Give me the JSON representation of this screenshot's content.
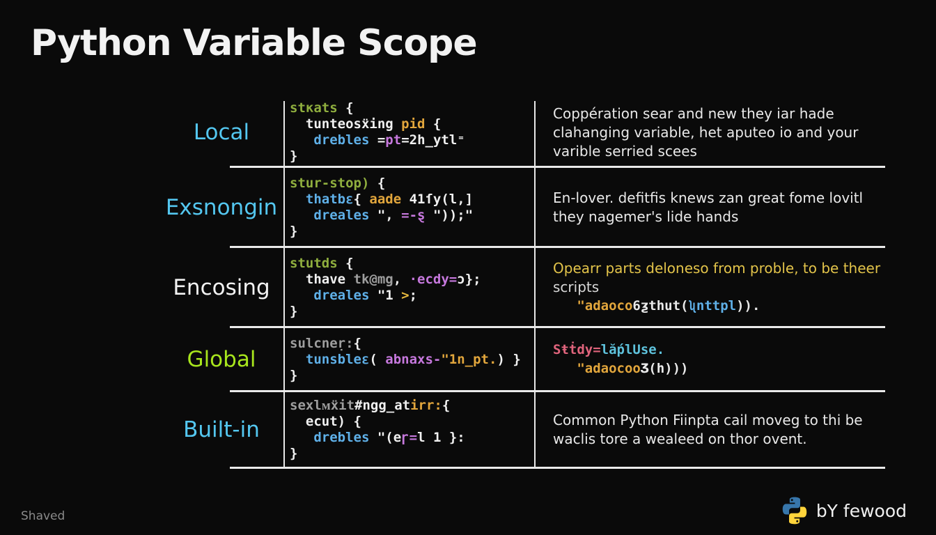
{
  "title": "Python Variable Scope",
  "footer": {
    "credit_left": "Shaved",
    "credit_right": "bY fewood",
    "logo": "python-logo",
    "logo_colors": {
      "blue": "#3776ab",
      "yellow": "#ffd43b"
    }
  },
  "palette": {
    "background": "#0a0a0a",
    "title": "#f2f2f2",
    "divider": "#e9e9e9",
    "label_colors": {
      "cyan": "#54c7f0",
      "white": "#f2f2f2",
      "green": "#a8e61d"
    },
    "code_colors": {
      "green": "#8fae3e",
      "orange": "#e2a63c",
      "blue": "#5fb0e8",
      "magenta": "#c678dd",
      "gray": "#9e9e9e",
      "white": "#f0f0f0",
      "yellow": "#e6b93f"
    },
    "desc_colors": {
      "white": "#e9e9e9",
      "yellow": "#e3c44a",
      "pink": "#e0647c",
      "cyan": "#5ec2dc",
      "dim": "#d8d8d8",
      "orange": "#e2a63c",
      "blue": "#5fb0e8"
    }
  },
  "rows": [
    {
      "label": "Local",
      "label_color": "cyan",
      "code": [
        {
          "seg": [
            {
              "t": "stκats",
              "c": "green"
            },
            {
              "t": " {",
              "c": "white"
            }
          ]
        },
        {
          "seg": [
            {
              "t": "  tunteosẍing ",
              "c": "white"
            },
            {
              "t": "pid",
              "c": "orange"
            },
            {
              "t": " {",
              "c": "white"
            }
          ]
        },
        {
          "seg": [
            {
              "t": "   drebles ",
              "c": "blue"
            },
            {
              "t": "=",
              "c": "white"
            },
            {
              "t": "pt",
              "c": "magenta"
            },
            {
              "t": "=2h_ytl⁼",
              "c": "white"
            }
          ]
        },
        {
          "seg": [
            {
              "t": "}",
              "c": "white"
            }
          ]
        }
      ],
      "desc": [
        {
          "mono": false,
          "seg": [
            {
              "t": "Coppération sear and new they iar hade",
              "c": "white"
            }
          ]
        },
        {
          "mono": false,
          "seg": [
            {
              "t": "clahanging variable, het aputeo io and your",
              "c": "white"
            }
          ]
        },
        {
          "mono": false,
          "seg": [
            {
              "t": "varible serried scees",
              "c": "white"
            }
          ]
        }
      ]
    },
    {
      "label": "Exsnongin",
      "label_color": "cyan",
      "code": [
        {
          "seg": [
            {
              "t": "stur-stop)",
              "c": "green"
            },
            {
              "t": " {",
              "c": "white"
            }
          ]
        },
        {
          "seg": [
            {
              "t": "  thatbε",
              "c": "blue"
            },
            {
              "t": "{ ",
              "c": "white"
            },
            {
              "t": "aade",
              "c": "orange"
            },
            {
              "t": " 41ſy(l,]",
              "c": "white"
            }
          ]
        },
        {
          "seg": [
            {
              "t": "   dreales ",
              "c": "blue"
            },
            {
              "t": "\", ",
              "c": "white"
            },
            {
              "t": "=-ȿ",
              "c": "magenta"
            },
            {
              "t": " \"));\"",
              "c": "white"
            }
          ]
        },
        {
          "seg": [
            {
              "t": "}",
              "c": "white"
            }
          ]
        }
      ],
      "desc": [
        {
          "mono": false,
          "seg": [
            {
              "t": "En-lover. defitfis knews zan great fome lovitl",
              "c": "white"
            }
          ]
        },
        {
          "mono": false,
          "seg": [
            {
              "t": "they nagemer's lide hands",
              "c": "white"
            }
          ]
        }
      ]
    },
    {
      "label": "Encosing",
      "label_color": "white",
      "code": [
        {
          "seg": [
            {
              "t": "stutds",
              "c": "green"
            },
            {
              "t": " {",
              "c": "white"
            }
          ]
        },
        {
          "seg": [
            {
              "t": "  thave ",
              "c": "white"
            },
            {
              "t": "tk@mg",
              "c": "gray"
            },
            {
              "t": ", ",
              "c": "white"
            },
            {
              "t": "·ecdy=",
              "c": "magenta"
            },
            {
              "t": "ɔ};",
              "c": "white"
            }
          ]
        },
        {
          "seg": [
            {
              "t": "   dreales ",
              "c": "blue"
            },
            {
              "t": "\"1 ",
              "c": "white"
            },
            {
              "t": ">",
              "c": "yellow"
            },
            {
              "t": ";",
              "c": "white"
            }
          ]
        },
        {
          "seg": [
            {
              "t": "}",
              "c": "white"
            }
          ]
        }
      ],
      "desc": [
        {
          "mono": false,
          "seg": [
            {
              "t": "Opearr parts deloneso from proble, to be theer",
              "c": "yellow"
            }
          ]
        },
        {
          "mono": false,
          "seg": [
            {
              "t": "scripts",
              "c": "dim"
            }
          ]
        },
        {
          "mono": true,
          "seg": [
            {
              "t": "   \"adaoco",
              "c": "orange"
            },
            {
              "t": "6ƺthut(",
              "c": "white"
            },
            {
              "t": "ʯnttpl",
              "c": "blue"
            },
            {
              "t": ")).",
              "c": "white"
            }
          ]
        }
      ]
    },
    {
      "label": "Global",
      "label_color": "green",
      "code": [
        {
          "seg": [
            {
              "t": "sulcneṛ:",
              "c": "gray"
            },
            {
              "t": "{",
              "c": "white"
            }
          ]
        },
        {
          "seg": [
            {
              "t": "  tunsbleε",
              "c": "blue"
            },
            {
              "t": "( ",
              "c": "white"
            },
            {
              "t": "abnaxs-",
              "c": "magenta"
            },
            {
              "t": "\"1n_pt.",
              "c": "orange"
            },
            {
              "t": ") }",
              "c": "white"
            }
          ]
        },
        {
          "seg": [
            {
              "t": "}",
              "c": "white"
            }
          ]
        }
      ],
      "desc": [
        {
          "mono": true,
          "seg": [
            {
              "t": "Sŧṫdy=",
              "c": "pink"
            },
            {
              "t": "lắplUse.",
              "c": "cyan"
            }
          ]
        },
        {
          "mono": true,
          "seg": [
            {
              "t": "   \"adaocoo",
              "c": "orange"
            },
            {
              "t": "Ʒ(h)))",
              "c": "white"
            }
          ]
        }
      ]
    },
    {
      "label": "Built-in",
      "label_color": "cyan",
      "code": [
        {
          "seg": [
            {
              "t": "sexlᴍẍit",
              "c": "gray"
            },
            {
              "t": "#ngg_at",
              "c": "white"
            },
            {
              "t": "irr:",
              "c": "orange"
            },
            {
              "t": "{",
              "c": "white"
            }
          ]
        },
        {
          "seg": [
            {
              "t": "  ecut) {",
              "c": "white"
            }
          ]
        },
        {
          "seg": [
            {
              "t": "   drebles ",
              "c": "blue"
            },
            {
              "t": "\"(e",
              "c": "white"
            },
            {
              "t": "ɼ=",
              "c": "magenta"
            },
            {
              "t": "l 1 }:",
              "c": "white"
            }
          ]
        },
        {
          "seg": [
            {
              "t": "}",
              "c": "white"
            }
          ]
        }
      ],
      "desc": [
        {
          "mono": false,
          "seg": [
            {
              "t": "Common Python Fiinpta cail moveg to thi be",
              "c": "white"
            }
          ]
        },
        {
          "mono": false,
          "seg": [
            {
              "t": "waclis tore a wealeed on thor ovent.",
              "c": "white"
            }
          ]
        }
      ]
    }
  ]
}
